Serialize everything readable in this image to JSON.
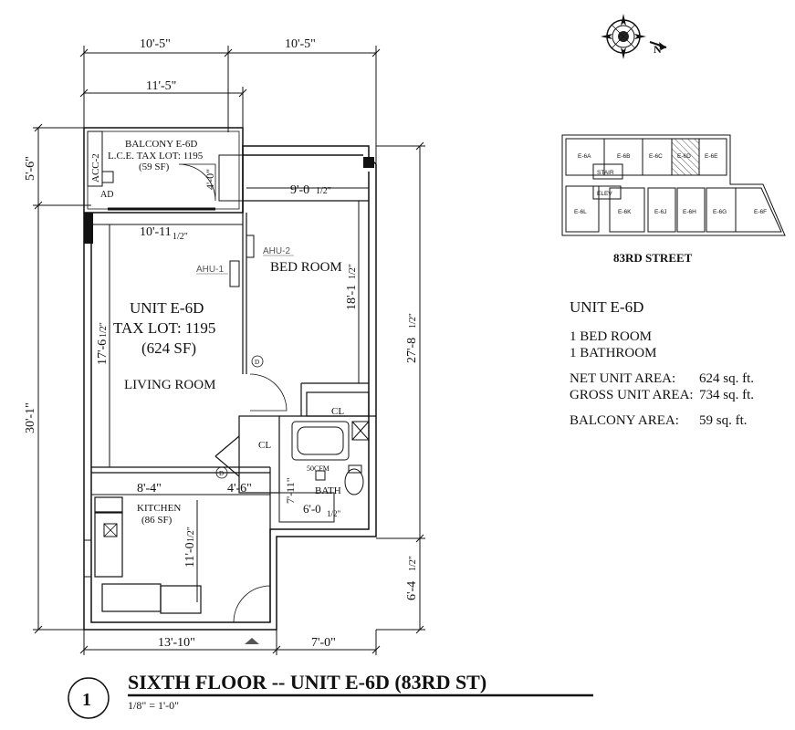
{
  "plan": {
    "dims": {
      "top_left": "10'-5\"",
      "top_right": "10'-5\"",
      "balcony_width": "11'-5\"",
      "left_upper": "5'-6\"",
      "left_total": "30'-1\"",
      "right_total": "27'-8",
      "right_total_frac": "1/2\"",
      "right_lower": "6'-4",
      "right_lower_frac": "1/2\"",
      "bottom_left": "13'-10\"",
      "bottom_right": "7'-0\"",
      "bedroom_width": "9'-0",
      "bedroom_width_frac": "1/2\"",
      "bedroom_height": "18'-1",
      "bedroom_height_frac": "1/2\"",
      "living_width": "10'-11",
      "living_width_frac": "1/2\"",
      "living_height": "17'-6",
      "living_height_frac": "1/2\"",
      "balcony_depth": "4'-0\"",
      "kitchen_width": "8'-4\"",
      "hall_width": "4'-6\"",
      "kitchen_height": "11'-0",
      "kitchen_height_frac": "1/2\"",
      "bath_height": "7'-11\"",
      "bath_width": "6'-0",
      "bath_width_frac": "1/2\""
    },
    "labels": {
      "balcony": "BALCONY E-6D",
      "balcony_lot": "L.C.E. TAX LOT: 1195",
      "balcony_sf": "(59 SF)",
      "acc": "ACC-2",
      "ad": "AD",
      "ahu1": "AHU-1",
      "ahu2": "AHU-2",
      "bedroom": "BED ROOM",
      "unit": "UNIT E-6D",
      "tax_lot": "TAX LOT: 1195",
      "unit_sf": "(624 SF)",
      "living": "LIVING ROOM",
      "kitchen": "KITCHEN",
      "kitchen_sf": "(86 SF)",
      "cl1": "CL",
      "cl2": "CL",
      "cfm": "50CFM",
      "bath": "BATH",
      "d1": "D",
      "d2": "D"
    }
  },
  "keyplan": {
    "units_top": [
      "E-6A",
      "E-6B",
      "E-6C",
      "E-6D",
      "E-6E"
    ],
    "stair": "STAIR",
    "elev": "ELEV",
    "units_bottom": [
      "E-6L",
      "E-6K",
      "E-6J",
      "E-6H",
      "E-6G",
      "E-6F"
    ],
    "street": "83RD STREET",
    "highlight": "E-6D"
  },
  "info": {
    "title": "UNIT E-6D",
    "bedrooms": "1 BED ROOM",
    "bathrooms": "1 BATHROOM",
    "net_label": "NET UNIT AREA:",
    "net_value": "624 sq. ft.",
    "gross_label": "GROSS UNIT AREA:",
    "gross_value": "734 sq. ft.",
    "balcony_label": "BALCONY AREA:",
    "balcony_value": "59 sq. ft."
  },
  "titleblock": {
    "number": "1",
    "title": "SIXTH FLOOR -- UNIT E-6D (83RD ST)",
    "scale": "1/8\" = 1'-0\""
  },
  "compass": {
    "north": "N"
  }
}
